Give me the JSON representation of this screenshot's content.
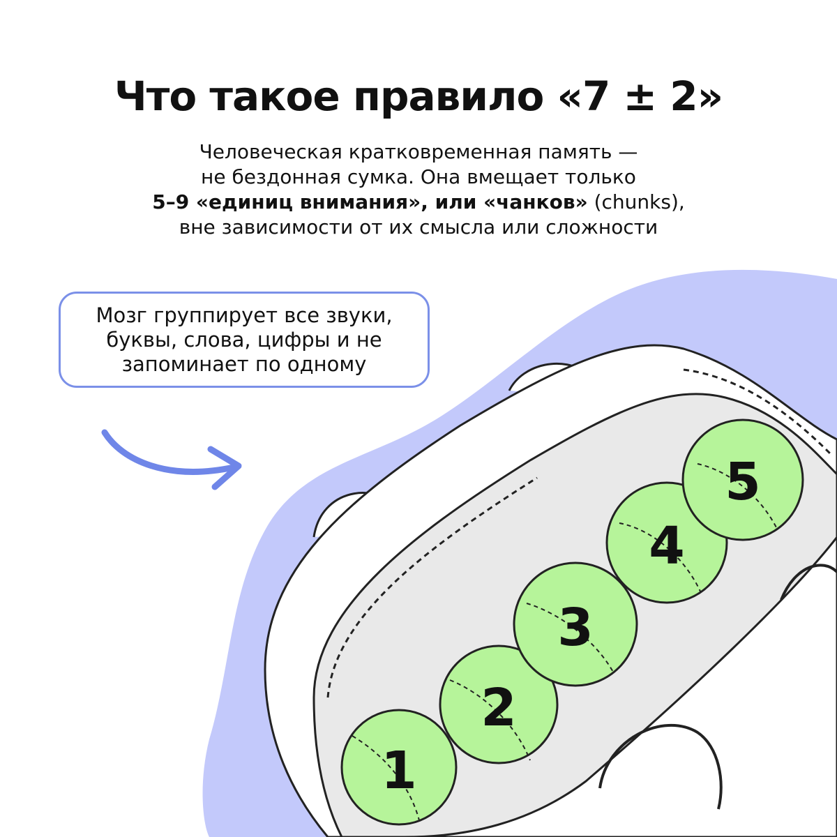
{
  "title": "Что такое правило «7 ± 2»",
  "subtitle": {
    "line1": "Человеческая кратковременная память —",
    "line2": "не бездонная сумка. Она вмещает только",
    "line3_bold": "5–9 «единиц внимания», или «чанков»",
    "line3_rest": " (chunks),",
    "line4": "вне зависимости от их смысла или сложности"
  },
  "callout": {
    "text": "Мозг группирует все звуки, буквы, слова, цифры и не запоминает по одному"
  },
  "illustration": {
    "balls": [
      "1",
      "2",
      "3",
      "4",
      "5"
    ],
    "ball_color": "#b6f49a",
    "blob_color": "#c3c9fb",
    "arrow_color": "#6f86e8"
  }
}
